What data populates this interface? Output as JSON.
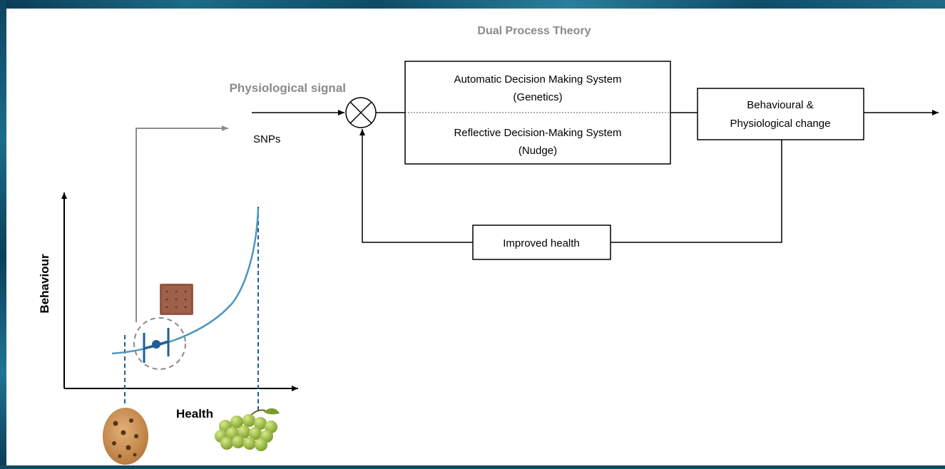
{
  "title": "Dual Process Theory",
  "input": {
    "signal_label": "Physiological signal",
    "snps_label": "SNPs"
  },
  "system_box": {
    "automatic_line1": "Automatic Decision Making System",
    "automatic_line2": "(Genetics)",
    "reflective_line1": "Reflective Decision-Making System",
    "reflective_line2": "(Nudge)"
  },
  "output_box": {
    "line1": "Behavioural &",
    "line2": "Physiological change"
  },
  "feedback_box": {
    "label": "Improved health"
  },
  "mini_chart": {
    "ylabel": "Behaviour",
    "xlabel": "Health",
    "curve_color": "#4a97bf",
    "marker_color": "#1f5f98",
    "icons": [
      "biscuit-icon",
      "cookie-icon",
      "grapes-icon"
    ]
  },
  "colors": {
    "title": "#8a8a8a",
    "signal_arrow": "#8c8c8c",
    "frame": "#0f4a63"
  }
}
